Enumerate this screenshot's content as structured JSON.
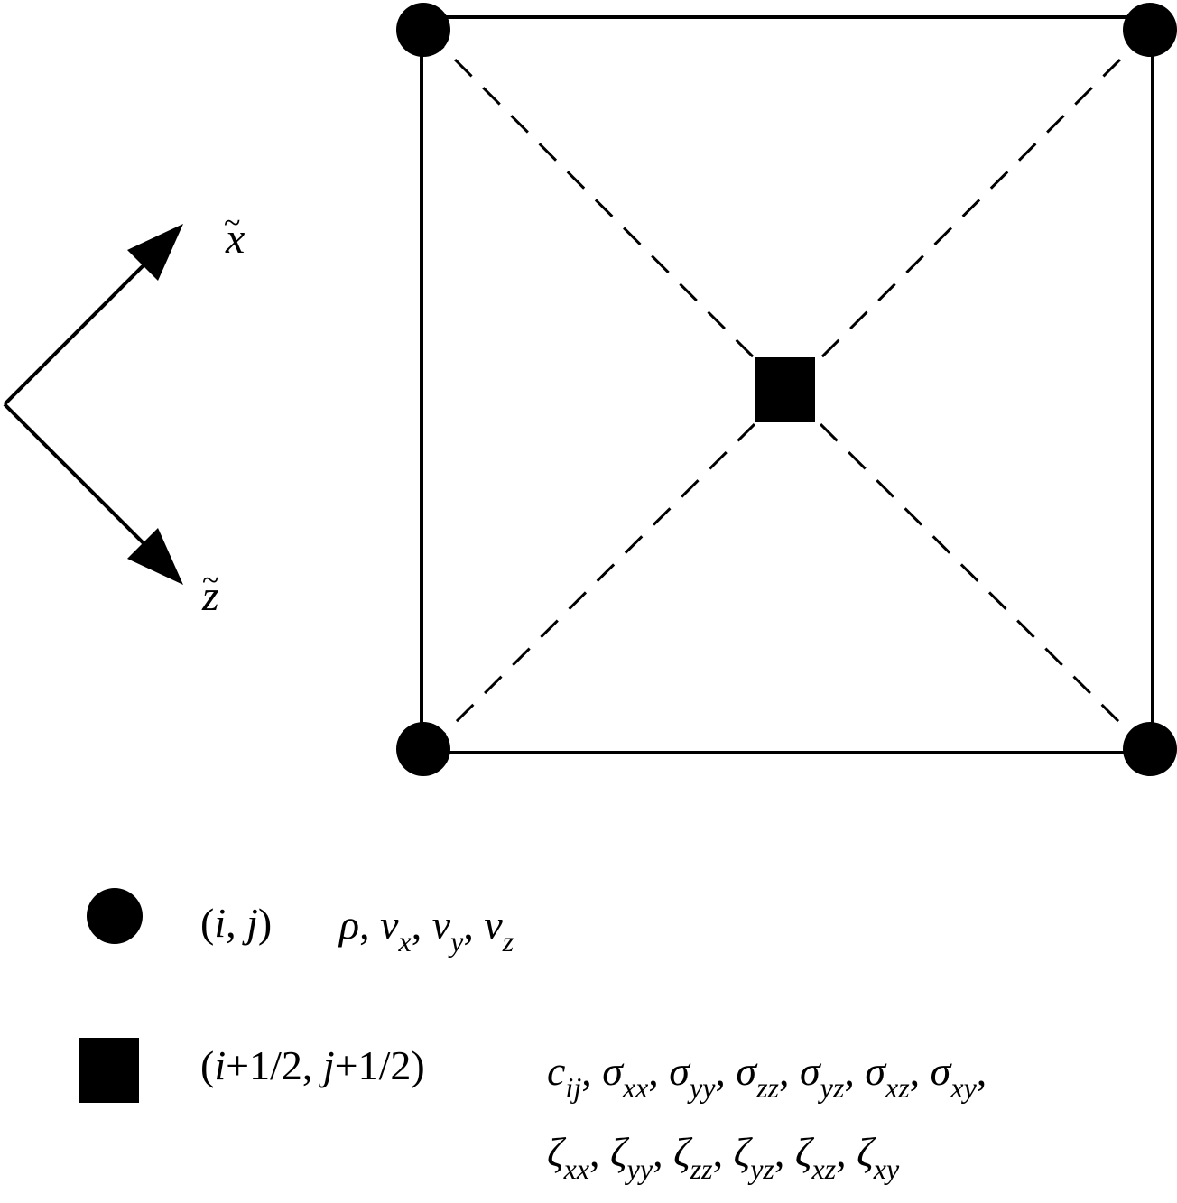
{
  "axes": {
    "x_label": "x",
    "z_label": "z",
    "tilde": "~"
  },
  "legend": {
    "node": {
      "index_label": "(i, j)",
      "variables": [
        "ρ",
        "v_x",
        "v_y",
        "v_z"
      ]
    },
    "cell": {
      "index_label": "(i+1/2, j+1/2)",
      "variables_line1": [
        "c_ij",
        "σ_xx",
        "σ_yy",
        "σ_zz",
        "σ_yz",
        "σ_xz",
        "σ_xy"
      ],
      "variables_line2": [
        "ζ_xx",
        "ζ_yy",
        "ζ_zz",
        "ζ_yz",
        "ζ_xz",
        "ζ_xy"
      ]
    }
  },
  "colors": {
    "ink": "#000000",
    "background": "#ffffff"
  }
}
